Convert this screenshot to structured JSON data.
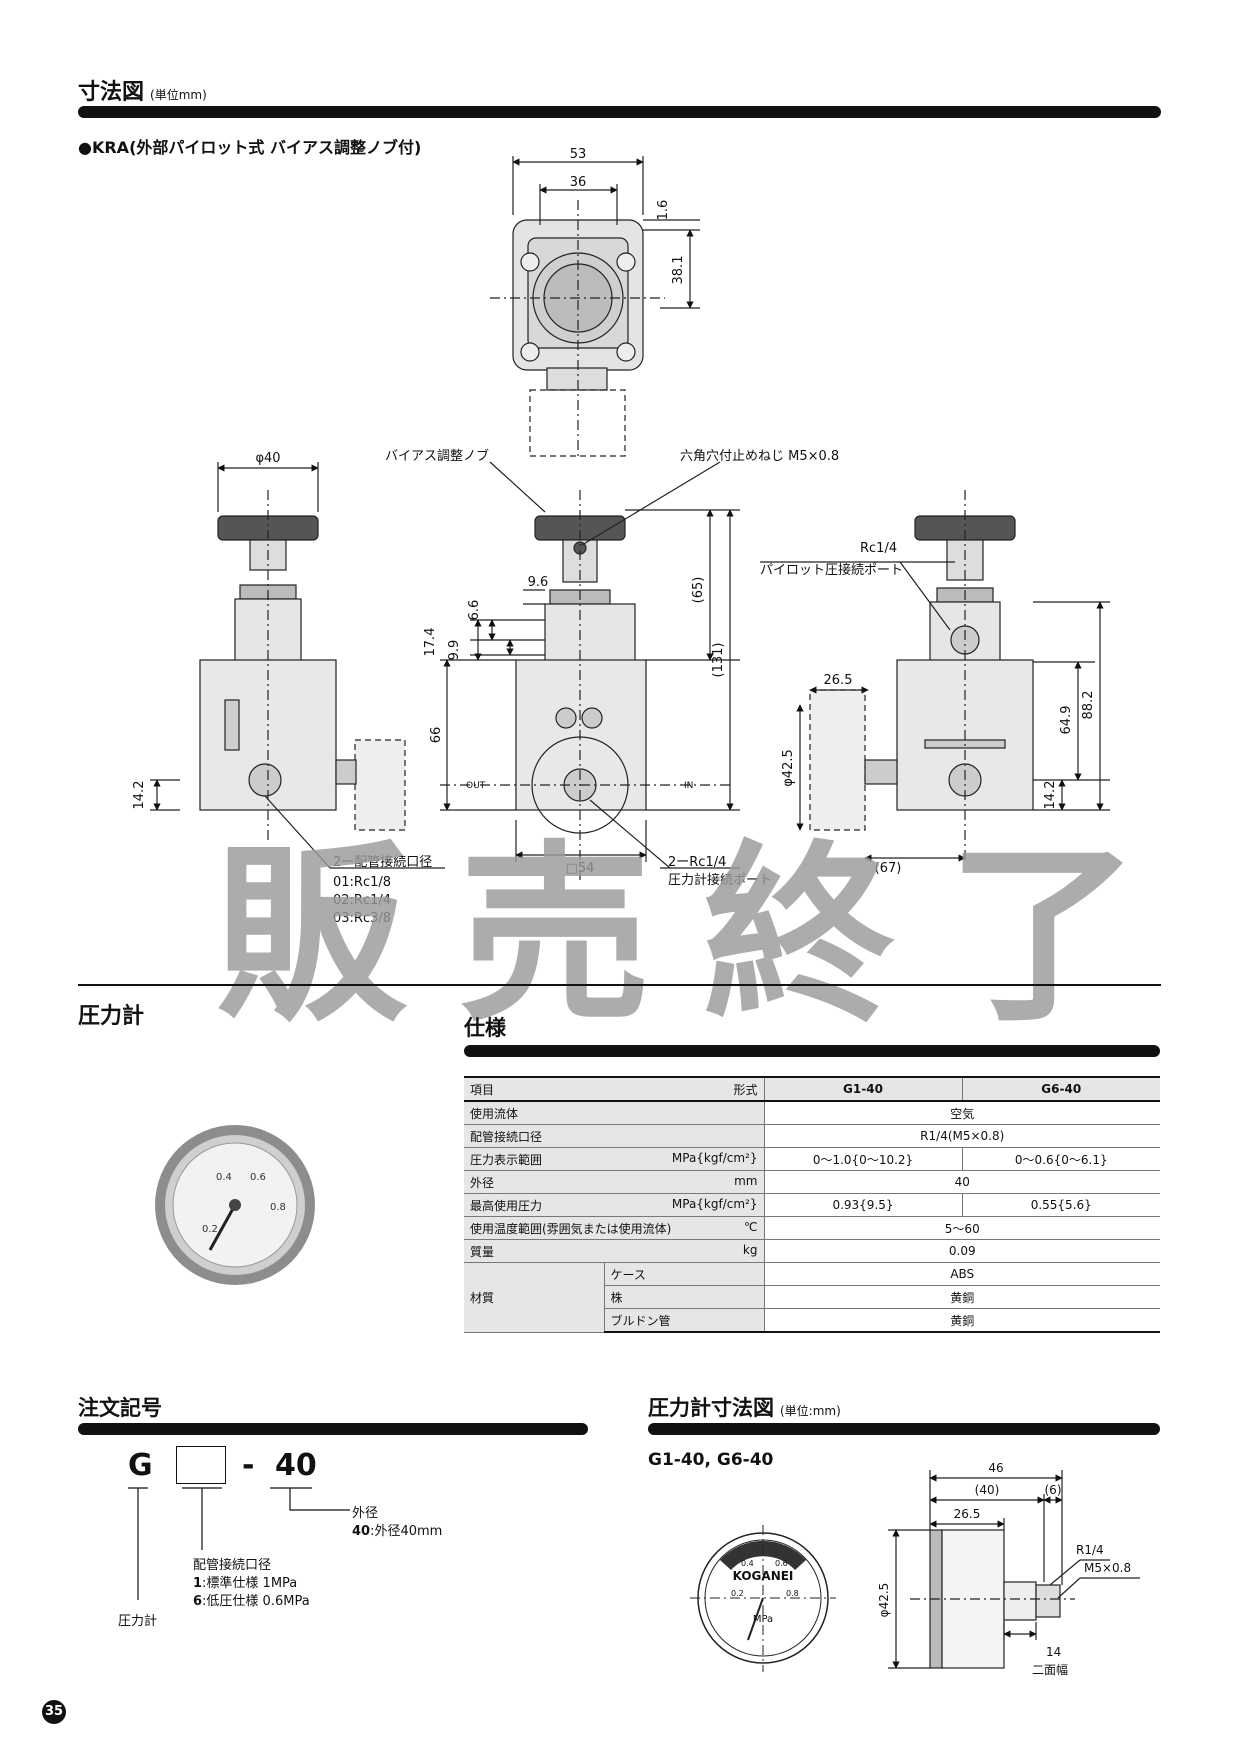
{
  "section_dimensions": {
    "title": "寸法図",
    "unit": "(単位mm)"
  },
  "model_heading": "●KRA(外部パイロット式 バイアス調整ノブ付)",
  "drawing_labels": {
    "d53": "53",
    "d36": "36",
    "d1_6": "1.6",
    "d38_1": "38.1",
    "phi40": "φ40",
    "bias_knob": "バイアス調整ノブ",
    "hex_screw": "六角穴付止めねじ M5×0.8",
    "d9_6": "9.6",
    "d6_6": "6.6",
    "d17_4": "17.4",
    "d9_9": "9.9",
    "d65": "(65)",
    "d131": "(131)",
    "d66": "66",
    "d14_2a": "14.2",
    "out": "OUT",
    "in": "IN",
    "rc14_pilot": "Rc1/4",
    "pilot_port": "パイロット圧接続ポート",
    "d26_5": "26.5",
    "phi42_5": "φ42.5",
    "d64_9": "64.9",
    "d88_2": "88.2",
    "d14_2b": "14.2",
    "d67": "(67)",
    "sq54": "□54",
    "pipe_port_title": "2ー配管接続口径",
    "pipe_port_01": "01:Rc1/8",
    "pipe_port_02": "02:Rc1/4",
    "pipe_port_03": "03:Rc3/8",
    "gauge_port_1": "2ーRc1/4",
    "gauge_port_2": "圧力計接続ポート"
  },
  "watermark": "販売終了",
  "gauge_section": {
    "title": "圧力計"
  },
  "spec": {
    "title": "仕様",
    "header": {
      "item": "項目",
      "model": "形式",
      "col1": "G1-40",
      "col2": "G6-40"
    },
    "rows": [
      {
        "label": "使用流体",
        "unit": "",
        "merged": "空気"
      },
      {
        "label": "配管接続口径",
        "unit": "",
        "merged": "R1/4(M5×0.8)"
      },
      {
        "label": "圧力表示範囲",
        "unit": "MPa{kgf/cm²}",
        "v1": "0〜1.0{0〜10.2}",
        "v2": "0〜0.6{0〜6.1}"
      },
      {
        "label": "外径",
        "unit": "mm",
        "merged": "40"
      },
      {
        "label": "最高使用圧力",
        "unit": "MPa{kgf/cm²}",
        "v1": "0.93{9.5}",
        "v2": "0.55{5.6}"
      },
      {
        "label": "使用温度範囲(雰囲気または使用流体)",
        "unit": "℃",
        "merged": "5〜60"
      },
      {
        "label": "質量",
        "unit": "kg",
        "merged": "0.09"
      }
    ],
    "material": {
      "label": "材質",
      "rows": [
        {
          "part": "ケース",
          "value": "ABS"
        },
        {
          "part": "株",
          "value": "黄銅"
        },
        {
          "part": "ブルドン管",
          "value": "黄銅"
        }
      ]
    }
  },
  "order": {
    "title": "注文記号",
    "code_g": "G",
    "code_dash": "-",
    "code_40": "40",
    "outer_title": "外径",
    "outer_40_key": "40",
    "outer_40_desc": ":外径40mm",
    "port_title": "配管接続口径",
    "port_1_key": "1",
    "port_1_desc": ":標準仕様 1MPa",
    "port_6_key": "6",
    "port_6_desc": ":低圧仕様 0.6MPa",
    "gauge_label": "圧力計"
  },
  "gauge_dims": {
    "title": "圧力計寸法図",
    "unit": "(単位:mm)",
    "models": "G1-40, G6-40",
    "d46": "46",
    "d40": "(40)",
    "d6": "(6)",
    "d26_5": "26.5",
    "r14": "R1/4",
    "m5": "M5×0.8",
    "phi42_5": "φ42.5",
    "d14": "14",
    "two_flat": "二面幅",
    "brand": "KOGANEI",
    "mpa": "MPa",
    "ticks": [
      "0.2",
      "0.4",
      "0.6",
      "0.8"
    ]
  },
  "page_number": "35"
}
